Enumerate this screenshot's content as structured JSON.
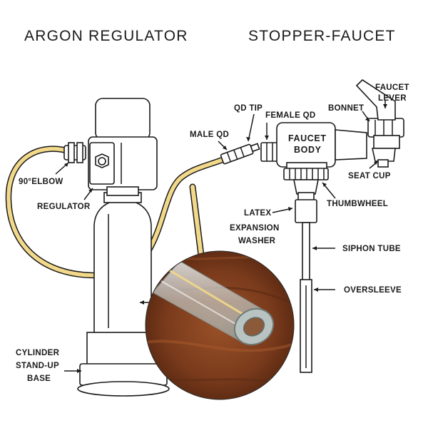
{
  "titles": {
    "left": "ARGON REGULATOR",
    "right": "STOPPER-FAUCET"
  },
  "labels": {
    "elbow": "90°ELBOW",
    "regulator": "REGULATOR",
    "male_qd": "MALE QD",
    "qd_tip": "QD TIP",
    "female_qd": "FEMALE QD",
    "faucet_body_1": "FAUCET",
    "faucet_body_2": "BODY",
    "bonnet": "BONNET",
    "faucet_lever_1": "FAUCET",
    "faucet_lever_2": "LEVER",
    "seat_cup": "SEAT CUP",
    "thumbwheel": "THUMBWHEEL",
    "latex_1": "LATEX",
    "latex_2": "EXPANSION",
    "latex_3": "WASHER",
    "siphon_tube": "SIPHON TUBE",
    "oversleeve": "OVERSLEEVE",
    "base_1": "CYLINDER",
    "base_2": "STAND-UP",
    "base_3": "BASE"
  },
  "colors": {
    "hose": "#f2d98a",
    "wood": "#7a3b1c"
  }
}
